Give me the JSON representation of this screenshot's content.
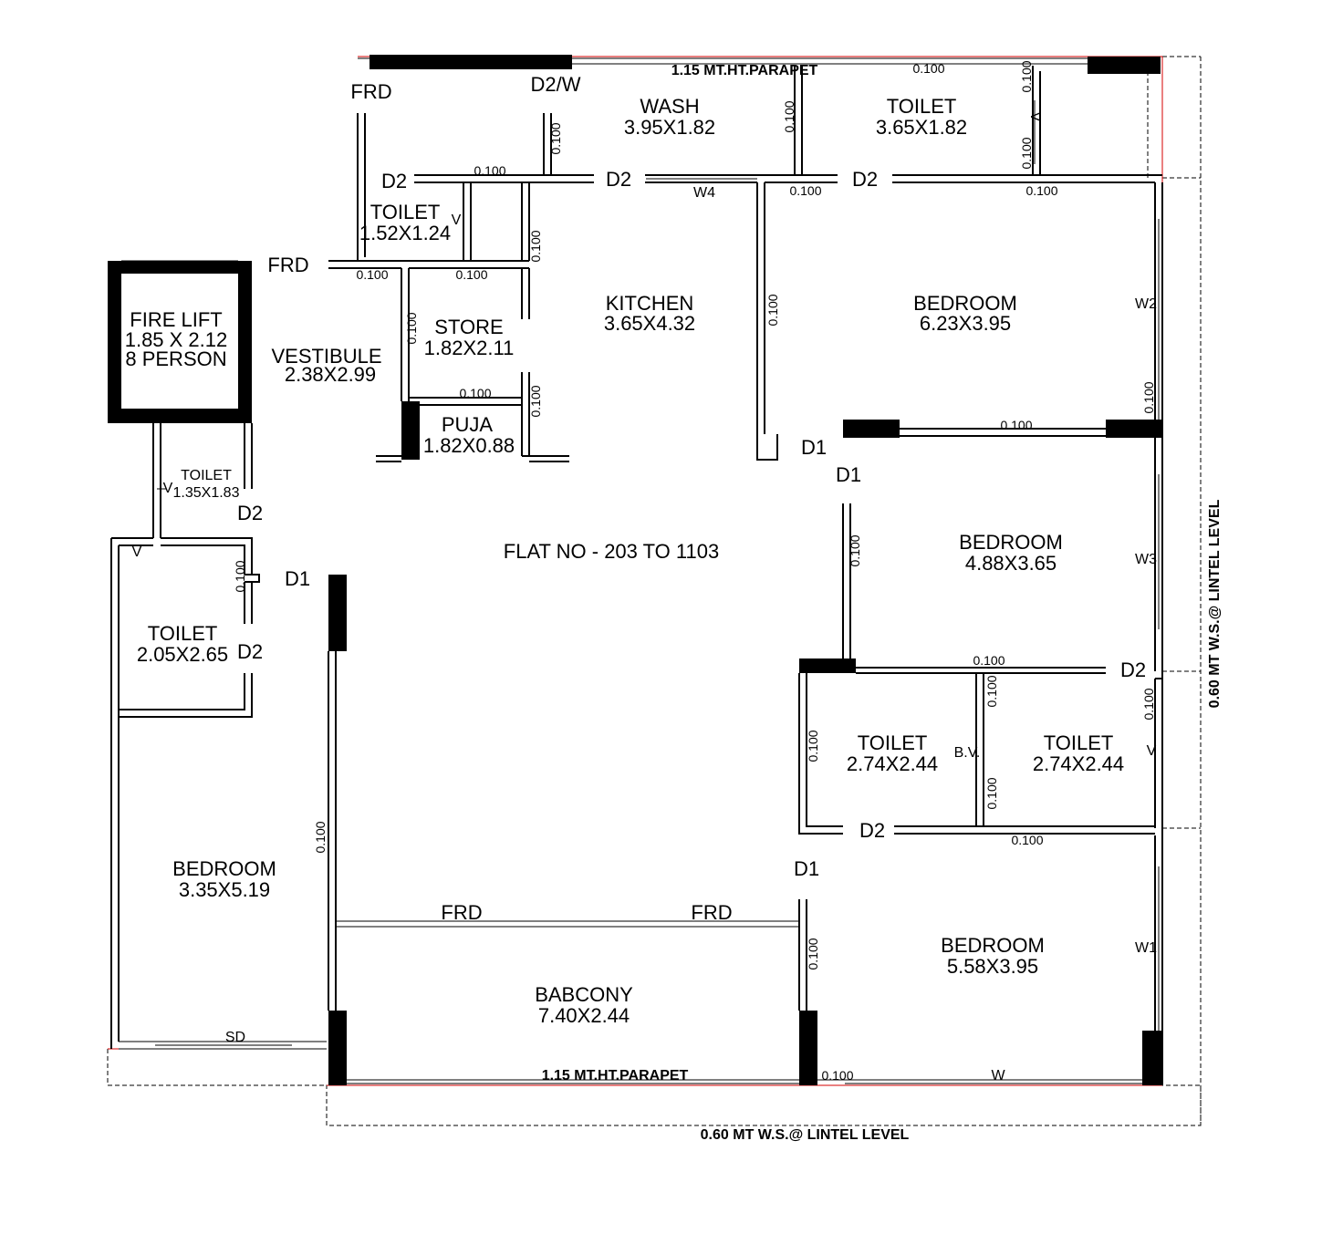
{
  "flat_title": "FLAT NO - 203 TO 1103",
  "parapet_top": "1.15 MT.HT.PARAPET",
  "parapet_bottom": "1.15 MT.HT.PARAPET",
  "ws_bottom": "0.60 MT W.S.@ LINTEL LEVEL",
  "ws_right": "0.60 MT W.S.@ LINTEL LEVEL",
  "wall_thickness": "0.100",
  "rooms": {
    "wash": {
      "name": "WASH",
      "size": "3.95X1.82"
    },
    "toilet_top": {
      "name": "TOILET",
      "size": "3.65X1.82"
    },
    "toilet_small": {
      "name": "TOILET",
      "size": "1.52X1.24"
    },
    "store": {
      "name": "STORE",
      "size": "1.82X2.11"
    },
    "kitchen": {
      "name": "KITCHEN",
      "size": "3.65X4.32"
    },
    "bedroom_1": {
      "name": "BEDROOM",
      "size": "6.23X3.95"
    },
    "fire_lift": {
      "name": "FIRE LIFT",
      "size": "1.85 X 2.12",
      "capacity": "8 PERSON"
    },
    "vestibule": {
      "name": "VESTIBULE",
      "size": "2.38X2.99"
    },
    "puja": {
      "name": "PUJA",
      "size": "1.82X0.88"
    },
    "toilet_lift": {
      "name": "TOILET",
      "size": "1.35X1.83"
    },
    "bedroom_2": {
      "name": "BEDROOM",
      "size": "4.88X3.65"
    },
    "toilet_left": {
      "name": "TOILET",
      "size": "2.05X2.65"
    },
    "toilet_mid_a": {
      "name": "TOILET",
      "size": "2.74X2.44"
    },
    "toilet_mid_b": {
      "name": "TOILET",
      "size": "2.74X2.44"
    },
    "bedroom_3": {
      "name": "BEDROOM",
      "size": "3.35X5.19"
    },
    "babcony": {
      "name": "BABCONY",
      "size": "7.40X2.44"
    },
    "bedroom_4": {
      "name": "BEDROOM",
      "size": "5.58X3.95"
    }
  },
  "openings": {
    "frd": "FRD",
    "d1": "D1",
    "d2": "D2",
    "d2w": "D2/W",
    "w": "W",
    "w1": "W1",
    "w2": "W2",
    "w3": "W3",
    "w4": "W4",
    "sd": "SD",
    "v": "V",
    "bv": "B.V."
  }
}
